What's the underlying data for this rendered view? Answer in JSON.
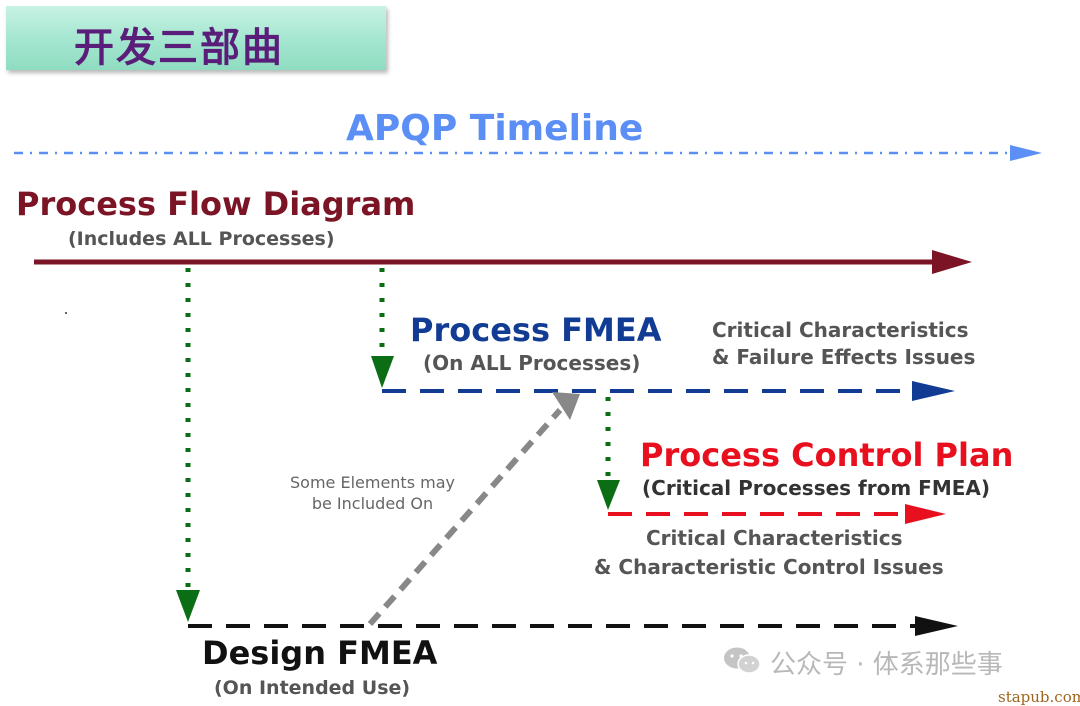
{
  "header": {
    "title": "开发三部曲"
  },
  "timeline": {
    "label": "APQP Timeline"
  },
  "process_flow": {
    "title": "Process Flow Diagram",
    "subtitle": "(Includes ALL Processes)"
  },
  "process_fmea": {
    "title": "Process FMEA",
    "subtitle": "(On ALL Processes)",
    "notes": [
      "Critical Characteristics",
      "& Failure Effects Issues"
    ]
  },
  "control_plan": {
    "title": "Process Control Plan",
    "subtitle": "(Critical Processes from FMEA)",
    "notes": [
      "Critical Characteristics",
      "& Characteristic Control Issues"
    ]
  },
  "design_fmea": {
    "title": "Design FMEA",
    "subtitle": "(On Intended Use)",
    "note": [
      "Some Elements may",
      "be Included On"
    ]
  },
  "watermark": {
    "text": "公众号 · 体系那些事",
    "site": "stapub.com"
  },
  "colors": {
    "timeline": "#5b8ff5",
    "process_flow": "#7b1424",
    "process_fmea": "#123c94",
    "control_plan": "#e8101e",
    "design_fmea": "#111111",
    "connector": "#0b6e14",
    "influence": "#888888"
  }
}
